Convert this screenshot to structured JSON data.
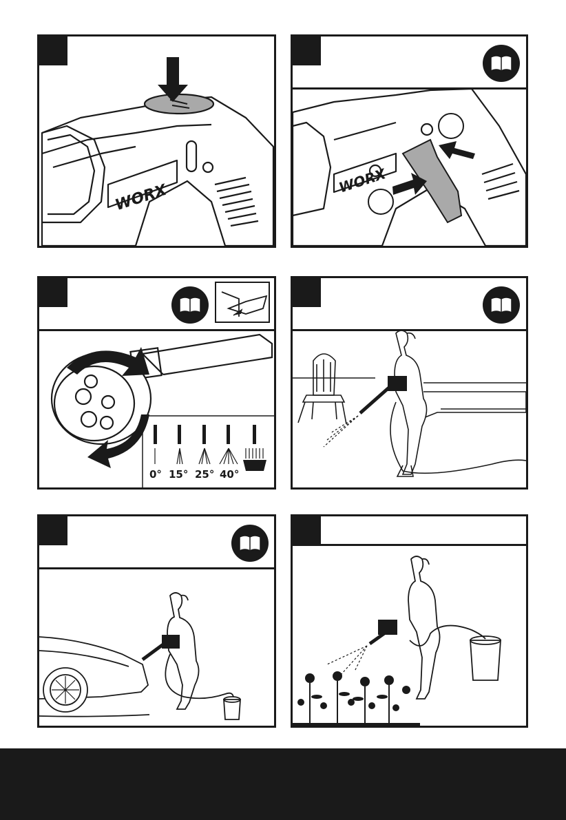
{
  "brand": {
    "logo_text": "WORX",
    "icon": "worx-logo"
  },
  "panels": [
    {
      "id": 1,
      "has_book": false,
      "scene": "tool-top-button-press",
      "icons": [
        "down-arrow-icon"
      ]
    },
    {
      "id": 2,
      "has_book": true,
      "scene": "trigger-lock",
      "icons": [
        "book-icon",
        "right-arrow-icon",
        "left-arrow-icon"
      ]
    },
    {
      "id": 3,
      "has_book": true,
      "scene": "nozzle-rotation",
      "icons": [
        "book-icon",
        "battery-insert-icon",
        "rotate-arrow-icon"
      ],
      "nozzle_angles": [
        "0°",
        "15°",
        "25°",
        "40°"
      ]
    },
    {
      "id": 4,
      "has_book": true,
      "scene": "cleaning-patio-furniture",
      "icons": [
        "book-icon"
      ]
    },
    {
      "id": 5,
      "has_book": true,
      "scene": "washing-car",
      "icons": [
        "book-icon"
      ]
    },
    {
      "id": 6,
      "has_book": false,
      "scene": "watering-flowers",
      "icons": []
    }
  ],
  "colors": {
    "ink": "#1a1a1a",
    "highlight": "#a9a9a9",
    "footer": "#1a1a1a"
  }
}
